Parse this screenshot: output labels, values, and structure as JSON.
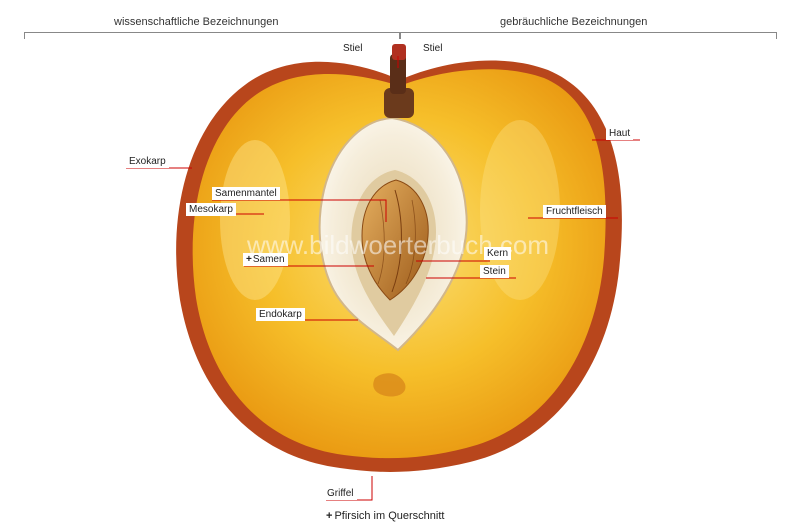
{
  "headers": {
    "scientific": "wissenschaftliche Bezeichnungen",
    "common": "gebräuchliche Bezeichnungen"
  },
  "labels": {
    "stiel_sci": "Stiel",
    "stiel_common": "Stiel",
    "exokarp": "Exokarp",
    "samenmantel": "Samenmantel",
    "mesokarp": "Mesokarp",
    "samen_plus": "+",
    "samen": "Samen",
    "endokarp": "Endokarp",
    "haut": "Haut",
    "fruchtfleisch": "Fruchtfleisch",
    "kern": "Kern",
    "stein": "Stein",
    "griffel": "Griffel"
  },
  "caption": {
    "plus": "+",
    "text": "Pfirsich im Querschnitt"
  },
  "watermark": "www.bildwoerterbuch.com",
  "colors": {
    "skin": "#b8461c",
    "flesh": "#f4b51e",
    "flesh_light": "#fbd865",
    "stone": "#f0e6d0",
    "seed": "#c88a3a",
    "leader": "#cc0000"
  }
}
